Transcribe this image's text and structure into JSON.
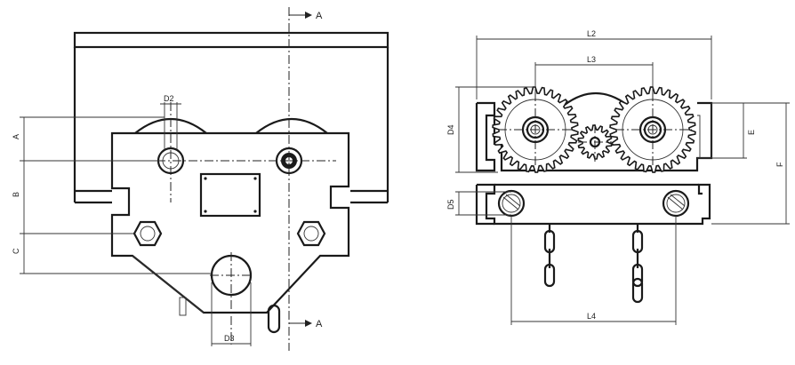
{
  "diagram": {
    "section_marker": "A",
    "front_view_labels": {
      "d2": "D2",
      "d3": "D3",
      "a": "A",
      "b": "B",
      "c": "C"
    },
    "side_view_labels": {
      "l2": "L2",
      "l3": "L3",
      "l4": "L4",
      "d4": "D4",
      "d5": "D5",
      "e": "E",
      "f": "F"
    }
  }
}
